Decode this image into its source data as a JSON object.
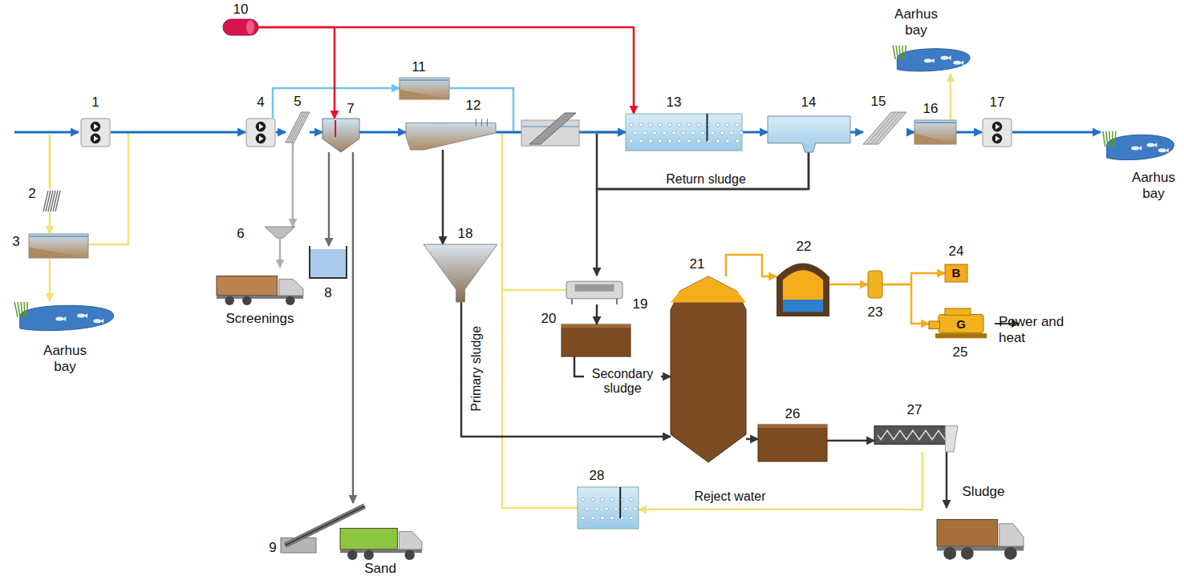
{
  "diagram": {
    "nodes": [
      {
        "text": [
          "1"
        ]
      },
      {
        "text": [
          "2"
        ]
      },
      {
        "text": [
          "3"
        ]
      },
      {
        "text": [
          "Aarhus bay"
        ]
      },
      {
        "text": [
          "4"
        ]
      },
      {
        "text": [
          "10"
        ]
      },
      {
        "text": [
          "5"
        ]
      },
      {
        "text": [
          "6"
        ]
      },
      {
        "text": [
          "Screenings"
        ]
      },
      {
        "text": [
          "7"
        ]
      },
      {
        "text": [
          "8"
        ]
      },
      {
        "text": [
          "9"
        ]
      },
      {
        "text": [
          "Sand"
        ]
      },
      {
        "text": [
          "11"
        ]
      },
      {
        "text": [
          "12"
        ]
      },
      {
        "text": [
          "18"
        ]
      },
      {
        "text": [
          "13"
        ]
      },
      {
        "text": [
          "14"
        ]
      },
      {
        "text": [
          "15"
        ]
      },
      {
        "text": [
          "16"
        ]
      },
      {
        "text": [
          "Aarhus bay"
        ]
      },
      {
        "text": [
          "17"
        ]
      },
      {
        "text": [
          "Aarhus bay"
        ]
      },
      {
        "text": [
          "19"
        ]
      },
      {
        "text": [
          "20"
        ]
      },
      {
        "text": [
          "21"
        ]
      },
      {
        "text": [
          "22"
        ]
      },
      {
        "text": [
          "23"
        ]
      },
      {
        "text": [
          "24",
          "B"
        ]
      },
      {
        "text": [
          "25",
          "G"
        ]
      },
      {
        "text": [
          "26"
        ]
      },
      {
        "text": [
          "27"
        ]
      },
      {
        "text": [
          "Sludge"
        ]
      },
      {
        "text": [
          "28"
        ]
      }
    ],
    "edges": [
      {
        "from": 0,
        "to": 4,
        "arrow": "to"
      },
      {
        "from": 1,
        "to": 2,
        "arrow": "to"
      },
      {
        "from": 2,
        "to": 3,
        "arrow": "to"
      },
      {
        "from": 2,
        "to": 4,
        "arrow": "to"
      },
      {
        "from": 4,
        "to": 6,
        "arrow": "to"
      },
      {
        "from": 4,
        "to": 13,
        "arrow": "to"
      },
      {
        "from": 6,
        "to": 7,
        "arrow": "to"
      },
      {
        "from": 7,
        "to": 8,
        "arrow": "to"
      },
      {
        "from": 6,
        "to": 9,
        "arrow": "to"
      },
      {
        "from": 5,
        "to": 9,
        "arrow": "to"
      },
      {
        "from": 5,
        "to": 16,
        "arrow": "to"
      },
      {
        "from": 9,
        "to": 10,
        "arrow": "to"
      },
      {
        "from": 9,
        "to": 11,
        "arrow": "to"
      },
      {
        "from": 9,
        "to": 14,
        "arrow": "to"
      },
      {
        "from": 13,
        "to": 16,
        "arrow": "to"
      },
      {
        "from": 14,
        "to": 16,
        "arrow": "to"
      },
      {
        "from": 14,
        "to": 15,
        "arrow": "to"
      },
      {
        "from": 16,
        "to": 17,
        "arrow": "to"
      },
      {
        "from": 17,
        "to": 18,
        "arrow": "to"
      },
      {
        "from": 18,
        "to": 19,
        "arrow": "to"
      },
      {
        "from": 19,
        "to": 21,
        "arrow": "to"
      },
      {
        "from": 19,
        "to": 20,
        "arrow": "to"
      },
      {
        "from": 21,
        "to": 22,
        "arrow": "to"
      },
      {
        "from": 17,
        "to": 16,
        "label": "Return sludge",
        "arrow": "to"
      },
      {
        "from": 17,
        "to": 23,
        "arrow": "to"
      },
      {
        "from": 23,
        "to": 16,
        "arrow": "to"
      },
      {
        "from": 33,
        "to": 16,
        "arrow": "to"
      },
      {
        "from": 23,
        "to": 24,
        "arrow": "to"
      },
      {
        "from": 24,
        "to": 25,
        "label": "Secondary sludge",
        "arrow": "to"
      },
      {
        "from": 15,
        "to": 25,
        "label": "Primary sludge",
        "arrow": "to"
      },
      {
        "from": 25,
        "to": 26,
        "arrow": "to"
      },
      {
        "from": 26,
        "to": 27,
        "arrow": "to"
      },
      {
        "from": 27,
        "to": 28,
        "arrow": "to"
      },
      {
        "from": 27,
        "to": 29,
        "arrow": "to"
      },
      {
        "from": 25,
        "to": 30,
        "arrow": "to"
      },
      {
        "from": 30,
        "to": 31,
        "arrow": "to"
      },
      {
        "from": 31,
        "to": 32,
        "arrow": "to"
      },
      {
        "from": 31,
        "to": 33,
        "label": "Reject water",
        "arrow": "to"
      }
    ],
    "labels": [
      "Power and heat"
    ]
  }
}
